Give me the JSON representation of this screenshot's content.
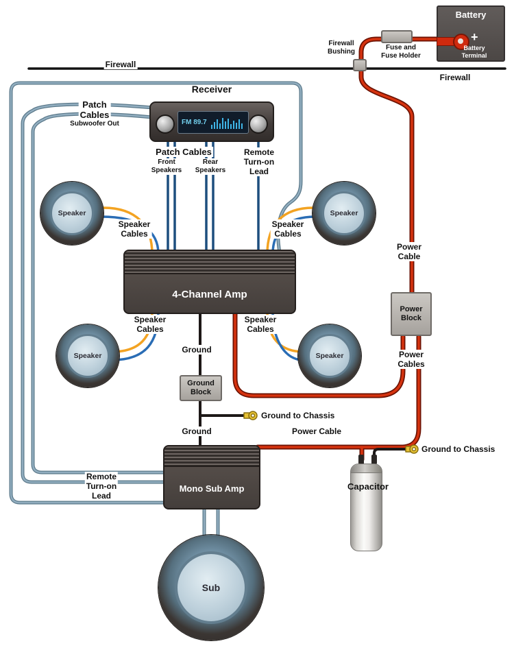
{
  "colors": {
    "power_cable_red": "#d6330f",
    "patch_cable_steel": "#92aec0",
    "rca_cable_navy": "#1d4e7e",
    "speaker_wire_orange": "#f3a322",
    "speaker_wire_blue": "#2a6db5",
    "ground_wire_black": "#1d1817",
    "terminal_yellow": "#e6c235"
  },
  "battery": {
    "title": "Battery",
    "plus": "+",
    "terminal_label": "Battery\nTerminal"
  },
  "fuse": {
    "label": "Fuse and\nFuse Holder"
  },
  "firewall": {
    "left_label": "Firewall",
    "right_label": "Firewall",
    "bushing_label": "Firewall\nBushing"
  },
  "receiver": {
    "label": "Receiver",
    "display": "FM 89.7"
  },
  "patch_left": {
    "title": "Patch\nCables",
    "sub": "Subwoofer Out"
  },
  "patch_bottom": {
    "title": "Patch Cables",
    "front": "Front\nSpeakers",
    "rear": "Rear\nSpeakers"
  },
  "remote": {
    "top_label": "Remote\nTurn-on\nLead",
    "bottom_label": "Remote\nTurn-on\nLead"
  },
  "speakers": {
    "front_left": "Speaker",
    "front_right": "Speaker",
    "rear_left": "Speaker",
    "rear_right": "Speaker",
    "sub": "Sub"
  },
  "speaker_cables": {
    "front_left": "Speaker\nCables",
    "front_right": "Speaker\nCables",
    "rear_left": "Speaker\nCables",
    "rear_right": "Speaker\nCables"
  },
  "amps": {
    "four_channel": "4-Channel Amp",
    "mono_sub": "Mono Sub Amp"
  },
  "power": {
    "cable_right": "Power\nCable",
    "block": "Power\nBlock",
    "cables": "Power\nCables",
    "cable_mid": "Power Cable"
  },
  "ground": {
    "label_upper": "Ground",
    "label_lower": "Ground",
    "block": "Ground\nBlock",
    "to_chassis_1": "Ground to Chassis",
    "to_chassis_2": "Ground to Chassis"
  },
  "capacitor": {
    "label": "Capacitor"
  }
}
